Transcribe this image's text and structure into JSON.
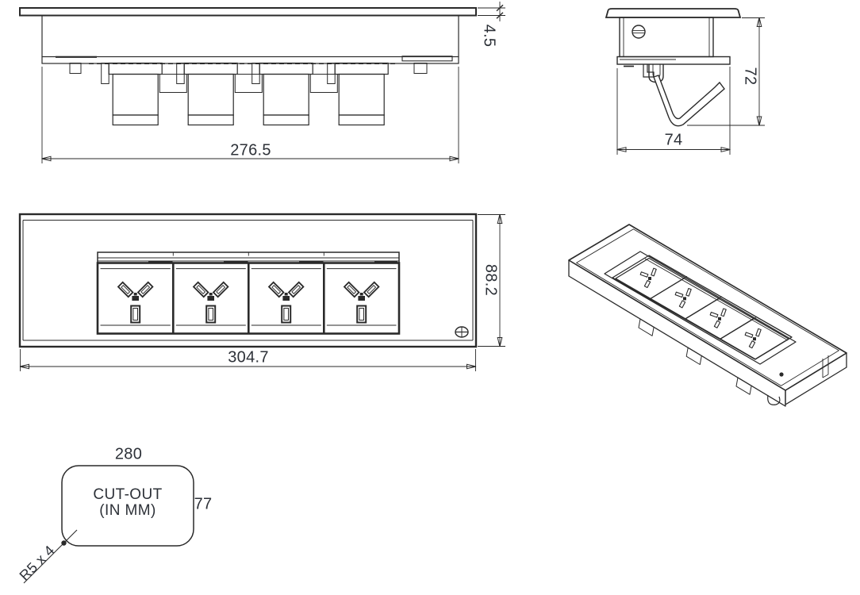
{
  "colors": {
    "line": "#2a2a2a",
    "text": "#2d3138",
    "background": "#ffffff"
  },
  "outlet_count": 4,
  "views": {
    "side_elevation": {
      "dim_width": "276.5",
      "dim_thickness": "4.5"
    },
    "end_profile": {
      "dim_height": "72",
      "dim_width": "74"
    },
    "front": {
      "dim_width": "304.7",
      "dim_height": "88.2"
    },
    "cutout": {
      "dim_width": "280",
      "dim_height": "77",
      "dim_radius": "R5 x 4",
      "label_line1": "CUT-OUT",
      "label_line2": "(IN MM)"
    }
  }
}
